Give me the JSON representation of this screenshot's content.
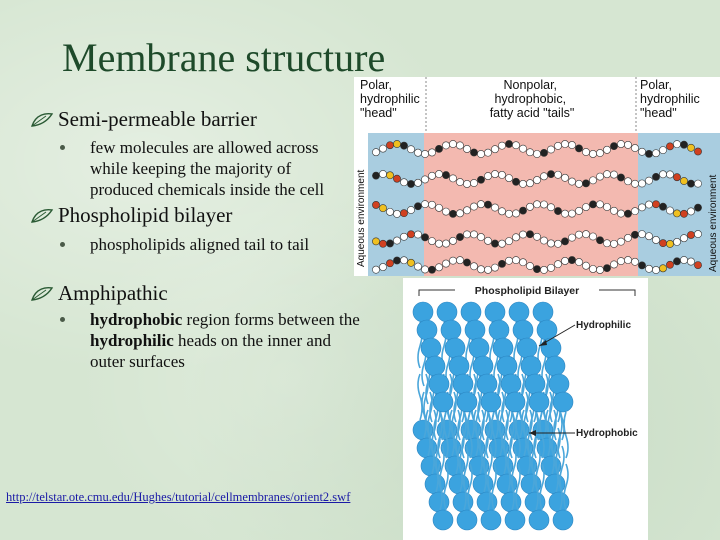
{
  "slide": {
    "title": "Membrane structure",
    "bullets": [
      {
        "text": "Semi-permeable barrier",
        "sub": "few molecules are allowed across while keeping the majority of produced chemicals inside the cell"
      },
      {
        "text": "Phospholipid bilayer",
        "sub": "phospholipids aligned tail to tail"
      },
      {
        "text": "Amphipathic",
        "sub_parts": [
          "hydrophobic",
          " region forms between the ",
          "hydrophilic",
          " heads on the inner and outer surfaces"
        ]
      }
    ],
    "link": "http://telstar.ote.cmu.edu/Hughes/tutorial/cellmembranes/orient2.swf"
  },
  "figure_top": {
    "left_label": "Polar,\nhydrophilic\n\"head\"",
    "middle_label": "Nonpolar,\nhydrophobic,\nfatty acid \"tails\"",
    "right_label": "Polar,\nhydrophilic\n\"head\"",
    "side_label": "Aqueous environment"
  },
  "figure_bottom": {
    "title": "Phospholipid Bilayer",
    "label_hydrophilic": "Hydrophilic",
    "label_hydrophobic": "Hydrophobic"
  },
  "colors": {
    "title": "#1e4a2a",
    "aqueous": "#a9cde0",
    "tails": "#f3b9b0",
    "head": "#3ba3df"
  }
}
